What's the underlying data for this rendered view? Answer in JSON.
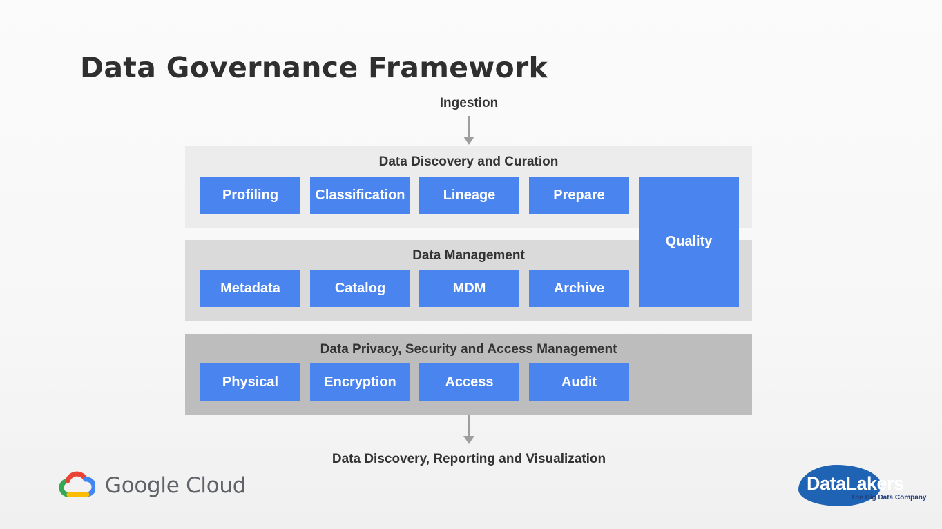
{
  "title": "Data Governance Framework",
  "top_label": "Ingestion",
  "bottom_label": "Data Discovery, Reporting and Visualization",
  "bands": [
    {
      "title": "Data Discovery and Curation",
      "items": [
        "Profiling",
        "Classification",
        "Lineage",
        "Prepare"
      ]
    },
    {
      "title": "Data Management",
      "items": [
        "Metadata",
        "Catalog",
        "MDM",
        "Archive"
      ]
    },
    {
      "title": "Data Privacy, Security and Access Management",
      "items": [
        "Physical",
        "Encryption",
        "Access",
        "Audit"
      ]
    }
  ],
  "side_box": "Quality",
  "logos": {
    "google_cloud": "Google Cloud",
    "datalakers_name": "DataLakers",
    "datalakers_tagline": "The Big Data Company"
  },
  "colors": {
    "box_blue": "#4a84ee",
    "band_light": "#ececec",
    "band_mid": "#dadada",
    "band_dark": "#bdbdbd",
    "arrow_gray": "#9e9e9e"
  }
}
